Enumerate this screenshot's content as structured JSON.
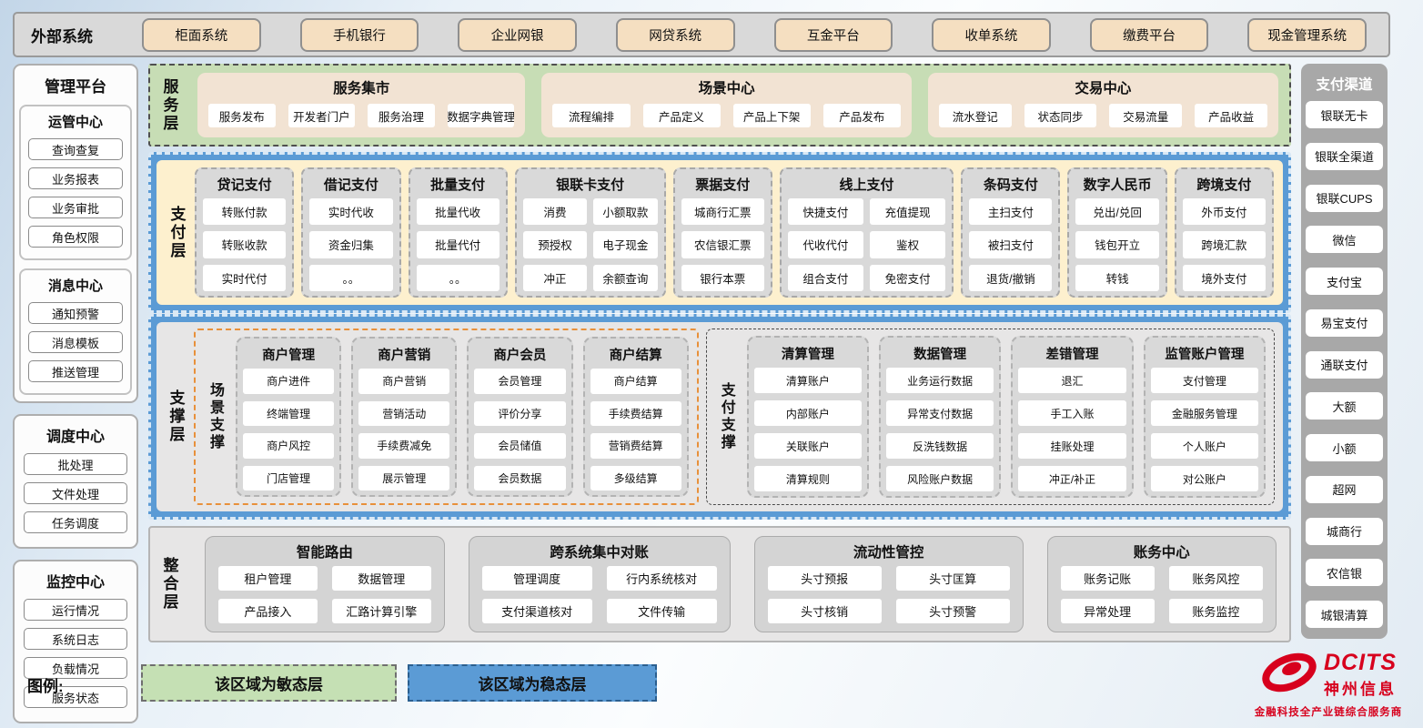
{
  "external_systems": {
    "title": "外部系统",
    "items": [
      "柜面系统",
      "手机银行",
      "企业网银",
      "网贷系统",
      "互金平台",
      "收单系统",
      "缴费平台",
      "现金管理系统"
    ]
  },
  "management_platform": {
    "title": "管理平台",
    "sections": [
      {
        "title": "运管中心",
        "items": [
          "查询查复",
          "业务报表",
          "业务审批",
          "角色权限"
        ]
      },
      {
        "title": "消息中心",
        "items": [
          "通知预警",
          "消息模板",
          "推送管理"
        ]
      },
      {
        "title": "调度中心",
        "items": [
          "批处理",
          "文件处理",
          "任务调度"
        ]
      },
      {
        "title": "监控中心",
        "items": [
          "运行情况",
          "系统日志",
          "负载情况",
          "服务状态"
        ]
      }
    ]
  },
  "service_layer": {
    "label": "服务层",
    "groups": [
      {
        "title": "服务集市",
        "items": [
          "服务发布",
          "开发者门户",
          "服务治理",
          "数据字典管理"
        ]
      },
      {
        "title": "场景中心",
        "items": [
          "流程编排",
          "产品定义",
          "产品上下架",
          "产品发布"
        ]
      },
      {
        "title": "交易中心",
        "items": [
          "流水登记",
          "状态同步",
          "交易流量",
          "产品收益"
        ]
      }
    ]
  },
  "payment_layer": {
    "label": "支付层",
    "columns": [
      {
        "title": "贷记支付",
        "items": [
          "转账付款",
          "转账收款",
          "实时代付"
        ]
      },
      {
        "title": "借记支付",
        "items": [
          "实时代收",
          "资金归集",
          "。。"
        ]
      },
      {
        "title": "批量支付",
        "items": [
          "批量代收",
          "批量代付",
          "。。"
        ]
      },
      {
        "title": "银联卡支付",
        "items": [
          "消费",
          "小额取款",
          "预授权",
          "电子现金",
          "冲正",
          "余额查询"
        ]
      },
      {
        "title": "票据支付",
        "items": [
          "城商行汇票",
          "农信银汇票",
          "银行本票"
        ]
      },
      {
        "title": "线上支付",
        "items": [
          "快捷支付",
          "充值提现",
          "代收代付",
          "鉴权",
          "组合支付",
          "免密支付"
        ]
      },
      {
        "title": "条码支付",
        "items": [
          "主扫支付",
          "被扫支付",
          "退货/撤销"
        ]
      },
      {
        "title": "数字人民币",
        "items": [
          "兑出/兑回",
          "钱包开立",
          "转钱"
        ]
      },
      {
        "title": "跨境支付",
        "items": [
          "外币支付",
          "跨境汇款",
          "境外支付"
        ]
      }
    ]
  },
  "support_layer": {
    "label": "支撑层",
    "scene_support": {
      "label": "场景支撑",
      "columns": [
        {
          "title": "商户管理",
          "items": [
            "商户进件",
            "终端管理",
            "商户风控",
            "门店管理"
          ]
        },
        {
          "title": "商户营销",
          "items": [
            "商户营销",
            "营销活动",
            "手续费减免",
            "展示管理"
          ]
        },
        {
          "title": "商户会员",
          "items": [
            "会员管理",
            "评价分享",
            "会员储值",
            "会员数据"
          ]
        },
        {
          "title": "商户结算",
          "items": [
            "商户结算",
            "手续费结算",
            "营销费结算",
            "多级结算"
          ]
        }
      ]
    },
    "payment_support": {
      "label": "支付支撑",
      "columns": [
        {
          "title": "清算管理",
          "items": [
            "清算账户",
            "内部账户",
            "关联账户",
            "清算规则"
          ]
        },
        {
          "title": "数据管理",
          "items": [
            "业务运行数据",
            "异常支付数据",
            "反洗钱数据",
            "风险账户数据"
          ]
        },
        {
          "title": "差错管理",
          "items": [
            "退汇",
            "手工入账",
            "挂账处理",
            "冲正/补正"
          ]
        },
        {
          "title": "监管账户管理",
          "items": [
            "支付管理",
            "金融服务管理",
            "个人账户",
            "对公账户"
          ]
        }
      ]
    }
  },
  "integration_layer": {
    "label": "整合层",
    "groups": [
      {
        "title": "智能路由",
        "items": [
          "租户管理",
          "数据管理",
          "产品接入",
          "汇路计算引擎"
        ]
      },
      {
        "title": "跨系统集中对账",
        "items": [
          "管理调度",
          "行内系统核对",
          "支付渠道核对",
          "文件传输"
        ]
      },
      {
        "title": "流动性管控",
        "items": [
          "头寸预报",
          "头寸匡算",
          "头寸核销",
          "头寸预警"
        ]
      },
      {
        "title": "账务中心",
        "items": [
          "账务记账",
          "账务风控",
          "异常处理",
          "账务监控"
        ]
      }
    ]
  },
  "payment_channels": {
    "title": "支付渠道",
    "items": [
      "银联无卡",
      "银联全渠道",
      "银联CUPS",
      "微信",
      "支付宝",
      "易宝支付",
      "通联支付",
      "大额",
      "小额",
      "超网",
      "城商行",
      "农信银",
      "城银清算"
    ]
  },
  "legend": {
    "label": "图例:",
    "agile": "该区域为敏态层",
    "stable": "该区域为稳态层"
  },
  "logo": {
    "name": "DCITS",
    "company": "神州信息",
    "tagline": "金融科技全产业链综合服务商"
  },
  "colors": {
    "stable_blue": "#5b9bd5",
    "agile_green": "#c5e0b4",
    "payment_yellow": "#fdf0ce",
    "external_tan": "#f5dfc1",
    "box_gray": "#d9d9d9",
    "channel_gray": "#a8a8a8",
    "scene_orange": "#e8903a",
    "logo_red": "#d7001d"
  }
}
